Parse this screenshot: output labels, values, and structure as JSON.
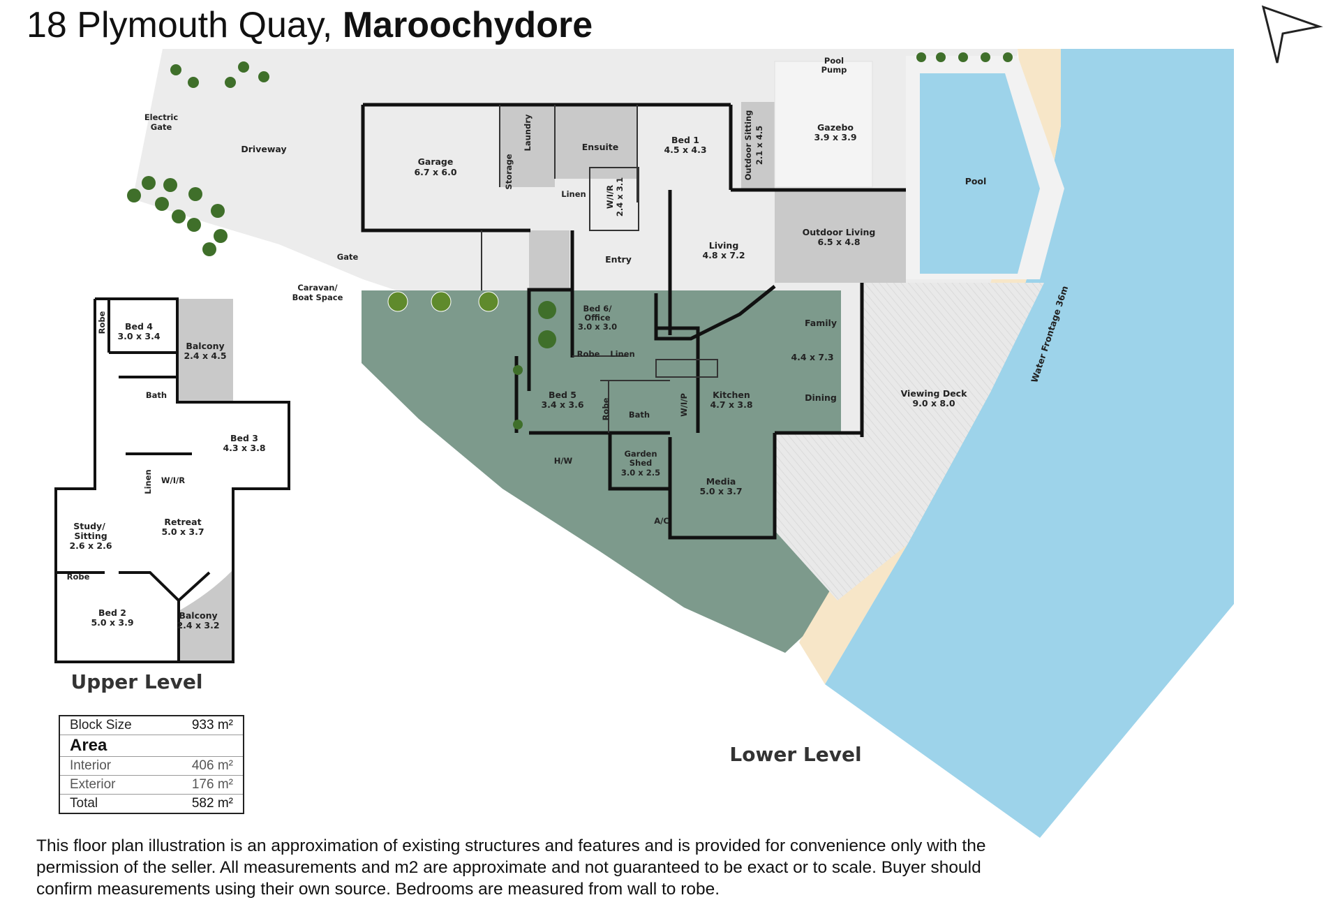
{
  "header": {
    "address": "18 Plymouth Quay,",
    "suburb": "Maroochydore"
  },
  "lower_level": {
    "label": "Lower Level",
    "rooms": {
      "electric_gate": [
        "Electric",
        "Gate"
      ],
      "driveway": "Driveway",
      "garage": [
        "Garage",
        "6.7 x 6.0"
      ],
      "laundry": "Laundry",
      "storage": "Storage",
      "ensuite": "Ensuite",
      "linen_1": "Linen",
      "wir_1": [
        "W/I/R",
        "2.4 x 3.1"
      ],
      "bed1": [
        "Bed 1",
        "4.5 x 4.3"
      ],
      "outdoor_sitting": [
        "Outdoor Sitting",
        "2.1 x 4.5"
      ],
      "pool_pump": [
        "Pool",
        "Pump"
      ],
      "gazebo": [
        "Gazebo",
        "3.9 x 3.9"
      ],
      "pool": "Pool",
      "gate": "Gate",
      "caravan": [
        "Caravan/",
        "Boat Space"
      ],
      "entry": "Entry",
      "living": [
        "Living",
        "4.8 x 7.2"
      ],
      "outdoor_living": [
        "Outdoor Living",
        "6.5 x 4.8"
      ],
      "bed6": [
        "Bed 6/",
        "Office",
        "3.0 x 3.0"
      ],
      "robe_1": "Robe",
      "linen_2": "Linen",
      "family": "Family",
      "family_dining_size": "4.4 x 7.3",
      "dining": "Dining",
      "kitchen": [
        "Kitchen",
        "4.7 x 3.8"
      ],
      "wip": "W/I/P",
      "bed5": [
        "Bed 5",
        "3.4 x 3.6"
      ],
      "robe_2": "Robe",
      "bath": "Bath",
      "hw": "H/W",
      "garden_shed": [
        "Garden",
        "Shed",
        "3.0 x 2.5"
      ],
      "media": [
        "Media",
        "5.0 x 3.7"
      ],
      "ac": "A/C",
      "viewing_deck": [
        "Viewing Deck",
        "9.0 x 8.0"
      ],
      "water_frontage": "Water Frontage 36m"
    }
  },
  "upper_level": {
    "label": "Upper Level",
    "rooms": {
      "robe_a": "Robe",
      "bed4": [
        "Bed 4",
        "3.0 x 3.4"
      ],
      "balcony_a": [
        "Balcony",
        "2.4 x 4.5"
      ],
      "bath": "Bath",
      "bed3": [
        "Bed 3",
        "4.3 x 3.8"
      ],
      "linen": "Linen",
      "wir": "W/I/R",
      "study": [
        "Study/",
        "Sitting",
        "2.6 x 2.6"
      ],
      "retreat": [
        "Retreat",
        "5.0 x 3.7"
      ],
      "robe_b": "Robe",
      "bed2": [
        "Bed 2",
        "5.0 x 3.9"
      ],
      "balcony_b": [
        "Balcony",
        "2.4 x 3.2"
      ]
    }
  },
  "area_table": {
    "block_size_label": "Block Size",
    "block_size_value": "933 m²",
    "area_heading": "Area",
    "interior_label": "Interior",
    "interior_value": "406 m²",
    "exterior_label": "Exterior",
    "exterior_value": "176 m²",
    "total_label": "Total",
    "total_value": "582 m²"
  },
  "disclaimer": "This floor plan illustration is an approximation of existing structures and features and is provided for convenience only with the permission of the seller. All measurements and m2 are approximate and not guaranteed to be exact or to scale. Buyer should confirm measurements using their own source. Bedrooms are measured from wall to robe.",
  "colors": {
    "water": "#9dd3ea",
    "sand": "#f7e6c8",
    "garden": "#7d9a8c",
    "paving": "#ececec",
    "grey_room": "#c9c9c9",
    "deck": "#e7e7e7",
    "wall": "#111111"
  },
  "icons": [
    "north-arrow-icon",
    "tree-icon",
    "palm-icon",
    "bath-icon"
  ]
}
